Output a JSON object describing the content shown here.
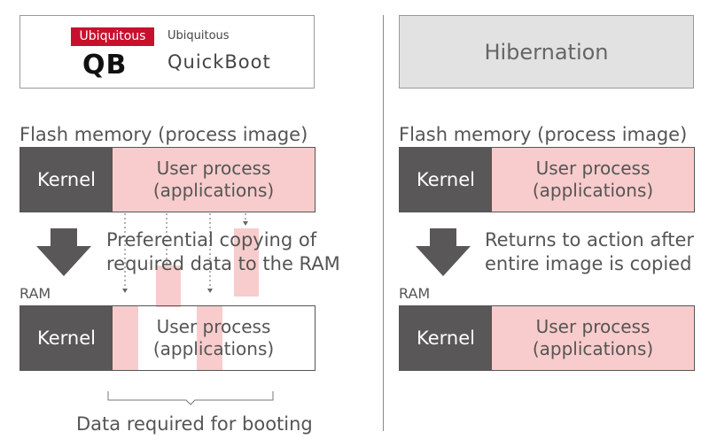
{
  "left": {
    "logo": {
      "brand_badge": "Ubiquitous",
      "brand_small": "Ubiquitous",
      "mark": "QB",
      "product": "QuickBoot"
    },
    "flash_label": "Flash memory (process image)",
    "flash_row": {
      "kernel": "Kernel",
      "user_line1": "User process",
      "user_line2": "(applications)"
    },
    "copy_desc_line1": "Preferential copying of",
    "copy_desc_line2": "required data to the RAM",
    "ram_label": "RAM",
    "ram_row": {
      "kernel": "Kernel",
      "user_line1": "User process",
      "user_line2": "(applications)"
    },
    "bracket_caption": "Data required for booting"
  },
  "right": {
    "title": "Hibernation",
    "flash_label": "Flash memory (process image)",
    "flash_row": {
      "kernel": "Kernel",
      "user_line1": "User process",
      "user_line2": "(applications)"
    },
    "action_desc_line1": "Returns to action after",
    "action_desc_line2": "entire image is copied",
    "ram_label": "RAM",
    "ram_row": {
      "kernel": "Kernel",
      "user_line1": "User process",
      "user_line2": "(applications)"
    }
  },
  "colors": {
    "kernel": "#595757",
    "user_process": "#f8cccc",
    "logo_red": "#c8102e",
    "arrow": "#595757"
  }
}
